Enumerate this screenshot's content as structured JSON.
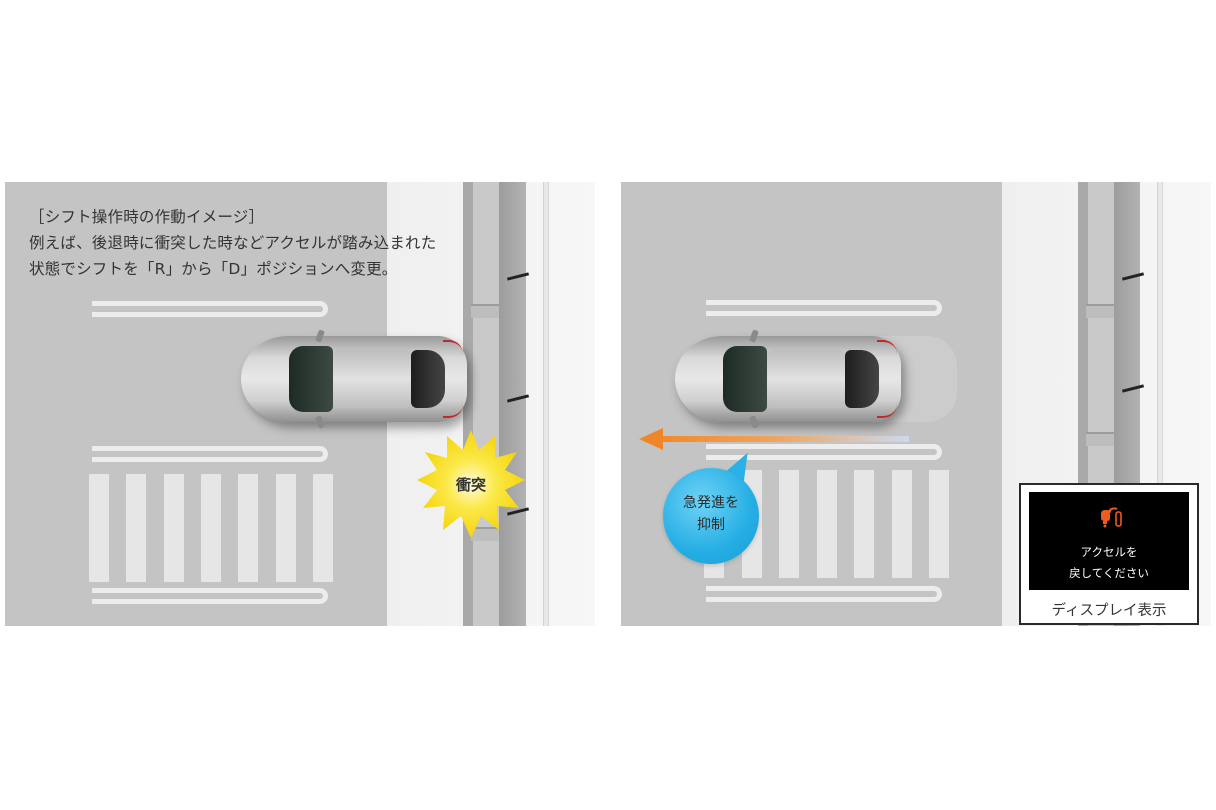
{
  "left_panel": {
    "caption": {
      "line1": "［シフト操作時の作動イメージ］",
      "line2": "例えば、後退時に衝突した時などアクセルが踏み込まれた",
      "line3": "状態でシフトを「R」から「D」ポジションへ変更。"
    },
    "burst_label": "衝突",
    "burst_color": "#f7dc1a"
  },
  "right_panel": {
    "bubble": {
      "line1": "急発進を",
      "line2": "抑制",
      "color": "#25aee4"
    },
    "arrow_color": "#f0862a",
    "display": {
      "icon": "accelerator-warning-icon",
      "icon_color": "#ef5a1e",
      "message_line1": "アクセルを",
      "message_line2": "戻してください",
      "label": "ディスプレイ表示"
    }
  },
  "colors": {
    "road": "#c4c4c4",
    "sidewalk": "#f3f3f3",
    "marking": "#ececec"
  }
}
